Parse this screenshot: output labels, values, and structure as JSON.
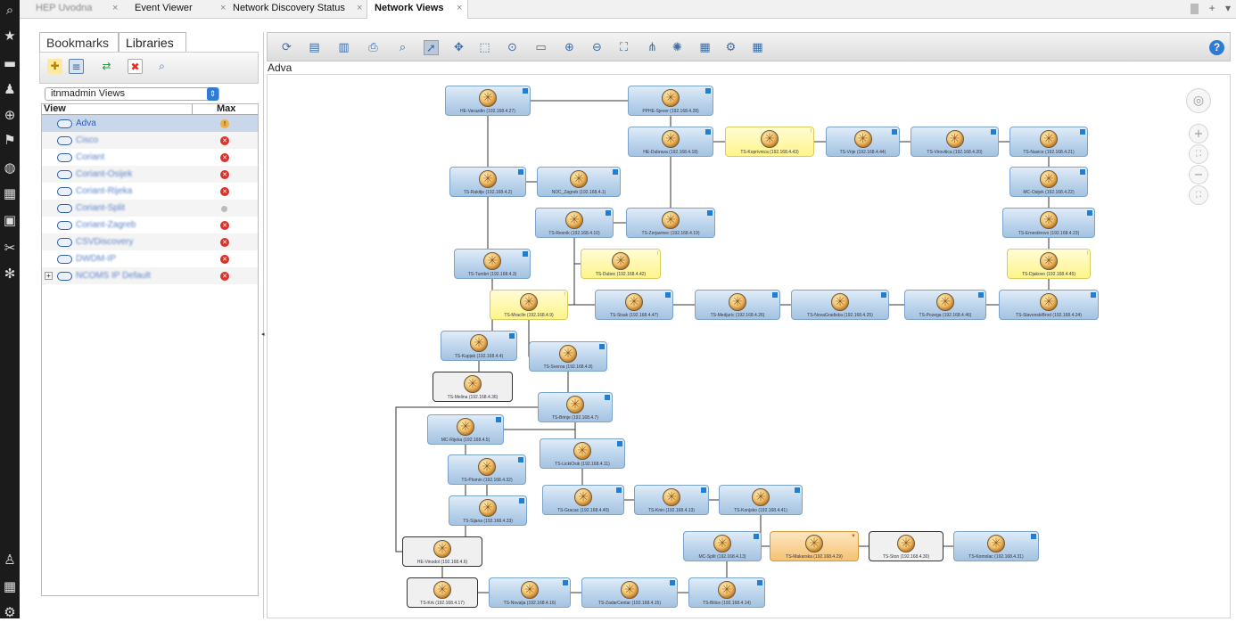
{
  "sidebar_icons": [
    "search-icon",
    "star-icon",
    "folder-icon",
    "user-chart-icon",
    "compass-icon",
    "flag-icon",
    "globe-icon",
    "calculator-icon",
    "monitor-icon",
    "tools-icon",
    "snowflake-icon",
    "user-icon",
    "grid-icon",
    "gear-icon"
  ],
  "tabs": [
    {
      "label": "HEP Uvodna",
      "close": "×"
    },
    {
      "label": "Event Viewer",
      "close": "×"
    },
    {
      "label": "Network Discovery Status",
      "close": "×"
    },
    {
      "label": "Network Views",
      "close": "×"
    }
  ],
  "tab_controls": {
    "plus": "+",
    "dropdown": "▾"
  },
  "left_panel": {
    "tab_bookmarks": "Bookmarks",
    "tab_libraries": "Libraries",
    "view_select": "itnmadmin Views",
    "col_view": "View",
    "col_max": "Max",
    "rows": [
      {
        "name": "Adva",
        "status": "warn",
        "selected": true
      },
      {
        "name": "Cisco",
        "status": "critical"
      },
      {
        "name": "Coriant",
        "status": "critical"
      },
      {
        "name": "Coriant-Osijek",
        "status": "critical"
      },
      {
        "name": "Coriant-Rijeka",
        "status": "critical"
      },
      {
        "name": "Coriant-Split",
        "status": "none"
      },
      {
        "name": "Coriant-Zagreb",
        "status": "critical"
      },
      {
        "name": "CSVDiscovery",
        "status": "critical"
      },
      {
        "name": "DWDM-IP",
        "status": "critical"
      },
      {
        "name": "NCOMS IP Default",
        "status": "critical",
        "expandable": true
      }
    ]
  },
  "main_toolbar": {
    "icons": [
      "refresh-icon",
      "save-icon",
      "save-as-icon",
      "print-icon",
      "search-icon",
      "pointer-icon",
      "move-icon",
      "zoom-box-icon",
      "magnify-icon",
      "window-icon",
      "zoom-in-icon",
      "zoom-out-icon",
      "fit-icon",
      "hierarchy-icon",
      "layout-icon",
      "grid-icon",
      "settings-icon",
      "table-icon"
    ],
    "help": "?"
  },
  "view_title": "Adva",
  "nodes": [
    {
      "id": "n1",
      "label": "HE-Varazdin (192.168.4.27)",
      "state": "normal"
    },
    {
      "id": "n2",
      "label": "PPHE-Sjever (192.168.4.28)",
      "state": "normal"
    },
    {
      "id": "n3",
      "label": "HE-Dubrava (192.168.4.18)",
      "state": "normal"
    },
    {
      "id": "n4",
      "label": "TS-Koprivnica (192.168.4.43)",
      "state": "warn"
    },
    {
      "id": "n5",
      "label": "TS-Vrije (192.168.4.44)",
      "state": "normal"
    },
    {
      "id": "n6",
      "label": "TS-Virovitica (192.168.4.20)",
      "state": "normal"
    },
    {
      "id": "n7",
      "label": "TS-Nasice (192.168.4.21)",
      "state": "normal"
    },
    {
      "id": "n8",
      "label": "TS-Rakitje (192.168.4.2)",
      "state": "normal"
    },
    {
      "id": "n9",
      "label": "NDC_Zagreb (192.168.4.1)",
      "state": "normal"
    },
    {
      "id": "n10",
      "label": "MC-Osijek (192.168.4.22)",
      "state": "normal"
    },
    {
      "id": "n11",
      "label": "TS-Resnik (192.168.4.10)",
      "state": "normal"
    },
    {
      "id": "n12",
      "label": "TS-Zerjavinec (192.168.4.19)",
      "state": "normal"
    },
    {
      "id": "n13",
      "label": "TS-Ernestinovo (192.168.4.23)",
      "state": "normal"
    },
    {
      "id": "n14",
      "label": "TS-Tumbri (192.168.4.3)",
      "state": "normal"
    },
    {
      "id": "n15",
      "label": "TS-Dubec (192.168.4.42)",
      "state": "warn"
    },
    {
      "id": "n16",
      "label": "TS-Djakovo (192.168.4.45)",
      "state": "warn"
    },
    {
      "id": "n17",
      "label": "TS-Mraclin (192.168.4.9)",
      "state": "warn"
    },
    {
      "id": "n18",
      "label": "TS-Sisak (192.168.4.47)",
      "state": "normal"
    },
    {
      "id": "n19",
      "label": "TS-Medjuric (192.168.4.26)",
      "state": "normal"
    },
    {
      "id": "n20",
      "label": "TS-NovaGradiska (192.168.4.25)",
      "state": "normal"
    },
    {
      "id": "n21",
      "label": "TS-Pozega (192.168.4.46)",
      "state": "normal"
    },
    {
      "id": "n22",
      "label": "TS-SlavonskiBrod (192.168.4.24)",
      "state": "normal"
    },
    {
      "id": "n23",
      "label": "TS-Kupjak (192.168.4.4)",
      "state": "normal"
    },
    {
      "id": "n24",
      "label": "TS-Sveroa (192.168.4.8)",
      "state": "normal"
    },
    {
      "id": "n25",
      "label": "TS-Melina (192.168.4.36)",
      "state": "gray"
    },
    {
      "id": "n26",
      "label": "TS-Brinje (192.168.4.7)",
      "state": "normal"
    },
    {
      "id": "n27",
      "label": "MC-Rijeka (192.168.4.5)",
      "state": "normal"
    },
    {
      "id": "n28",
      "label": "TS-LickiOsik (192.168.4.11)",
      "state": "normal"
    },
    {
      "id": "n29",
      "label": "TS-Plomin (192.168.4.32)",
      "state": "normal"
    },
    {
      "id": "n30",
      "label": "TS-Sijana (192.168.4.33)",
      "state": "normal"
    },
    {
      "id": "n31",
      "label": "TS-Gracac (192.168.4.40)",
      "state": "normal"
    },
    {
      "id": "n32",
      "label": "TS-Knin (192.168.4.13)",
      "state": "normal"
    },
    {
      "id": "n33",
      "label": "TS-Konjsko (192.168.4.41)",
      "state": "normal"
    },
    {
      "id": "n34",
      "label": "MC-Split (192.168.4.13)",
      "state": "normal"
    },
    {
      "id": "n35",
      "label": "TS-Makarska (192.168.4.29)",
      "state": "orange"
    },
    {
      "id": "n36",
      "label": "TS-Ston (192.168.4.30)",
      "state": "gray"
    },
    {
      "id": "n37",
      "label": "TS-Komolac (192.168.4.31)",
      "state": "normal"
    },
    {
      "id": "n38",
      "label": "HE-Vinodol (192.168.4.6)",
      "state": "gray"
    },
    {
      "id": "n39",
      "label": "TS-Krk (192.168.4.17)",
      "state": "gray"
    },
    {
      "id": "n40",
      "label": "TS-Novalja (192.168.4.16)",
      "state": "normal"
    },
    {
      "id": "n41",
      "label": "TS-ZadarCentar (192.168.4.15)",
      "state": "normal"
    },
    {
      "id": "n42",
      "label": "TS-Bilice (192.168.4.14)",
      "state": "normal"
    }
  ],
  "nav_controls": {
    "pan": "◎",
    "zoom_in": "+",
    "fit": "⛶",
    "zoom_out": "−",
    "full": "⛶"
  },
  "colors": {
    "accent": "#2e7bd6",
    "critical": "#d9342b",
    "warning": "#f0b040",
    "sidebar": "#1b1b1b"
  }
}
